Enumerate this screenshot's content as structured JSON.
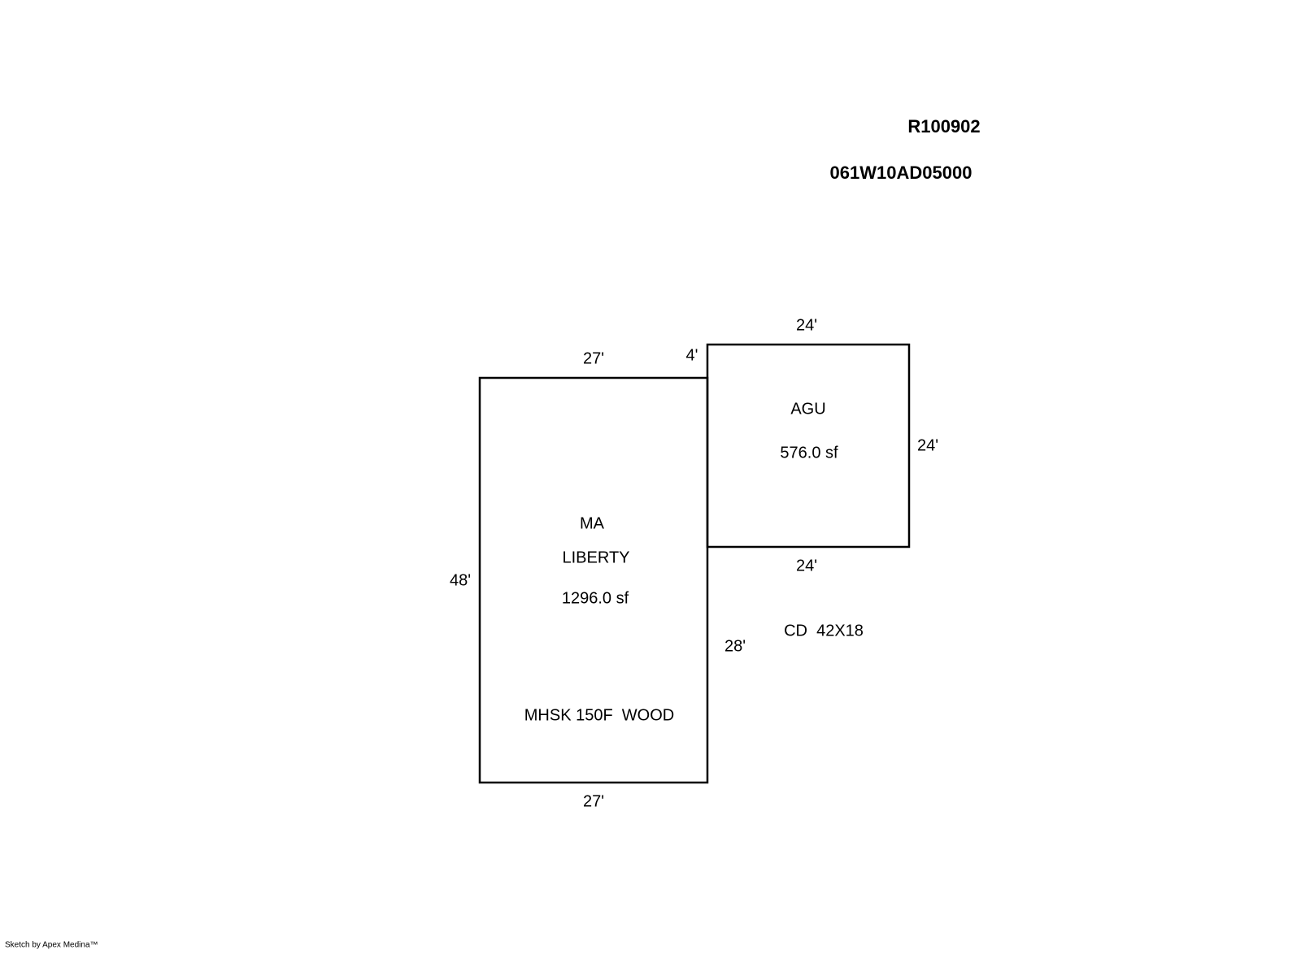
{
  "header": {
    "account_id": "R100902",
    "parcel_id": "061W10AD05000"
  },
  "areas": [
    {
      "code": "MA",
      "name": "LIBERTY",
      "area": "1296.0 sf",
      "note": "MHSK 150F  WOOD",
      "dims": {
        "top": "27'",
        "bottom": "27'",
        "left": "48'",
        "right_lower": "28'",
        "offset": "4'"
      }
    },
    {
      "code": "AGU",
      "area": "576.0 sf",
      "dims": {
        "top": "24'",
        "right": "24'",
        "bottom": "24'"
      }
    }
  ],
  "annotations": {
    "deck": "CD  42X18"
  },
  "footer": "Sketch by Apex Medina™"
}
